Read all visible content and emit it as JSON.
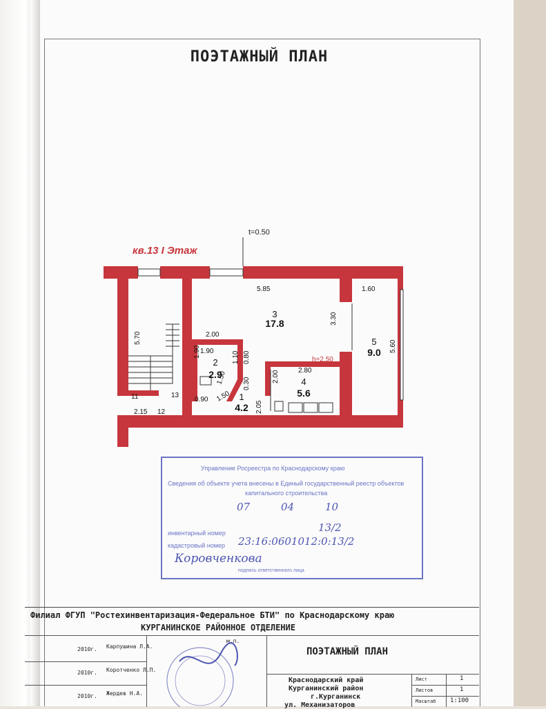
{
  "document": {
    "title": "ПОЭТАЖНЫЙ ПЛАН"
  },
  "plan": {
    "caption": "кв.13  I Этаж",
    "wall_thickness": "t=0.50",
    "height_label": "h=2.50",
    "colors": {
      "wall": "#c6363c",
      "stamp": "#6a74c4"
    },
    "rooms": [
      {
        "number": "3",
        "area": "17.8"
      },
      {
        "number": "2",
        "area": "2.9"
      },
      {
        "number": "1",
        "area": "4.2"
      },
      {
        "number": "4",
        "area": "5.6"
      },
      {
        "number": "5",
        "area": "9.0"
      }
    ],
    "dimensions": {
      "d585": "5.85",
      "d160": "1.60",
      "d330": "3.30",
      "d560": "5.60",
      "d570": "5.70",
      "d200a": "2.00",
      "d190": "1.90",
      "d190v": "1.90",
      "d110": "1.10",
      "d080": "0.80",
      "d150": "1.50",
      "d030": "0.30",
      "d280": "2.80",
      "d200b": "2.00",
      "d090": "0.90",
      "d150b": "1.50",
      "d205": "2.05",
      "d215": "2.15"
    },
    "labels": {
      "n11": "11",
      "n12": "12",
      "n13": "13"
    }
  },
  "stamp": {
    "header": "Управление Росреестра по Краснодарскому краю",
    "line1": "Сведения об объекте учета внесены в Единый государственный реестр объектов",
    "line2": "капитального строительства",
    "date_day": "07",
    "date_month": "04",
    "date_year": "10",
    "inv_label": "инвентарный номер",
    "inv_value": "13/2",
    "cad_label": "кадастровый номер",
    "cad_value": "23:16:0601012:0:13/2",
    "signature": "Коровченкова",
    "footer": "подпись ответственного лица"
  },
  "titleblock": {
    "org_line": "Филиал ФГУП \"Ростехинвентаризация-Федеральное БТИ\" по Краснодарскому краю",
    "department": "КУРГАНИНСКОЕ РАЙОННОЕ ОТДЕЛЕНИЕ",
    "plan_title": "ПОЭТАЖНЫЙ ПЛАН",
    "stamp_mp": "м.п.",
    "rows": [
      {
        "year": "2010г.",
        "name": "Карпушина Л.А."
      },
      {
        "year": "2010г.",
        "name": "Коротченко Л.П."
      },
      {
        "year": "2010г.",
        "name": "Жердев Н.А."
      }
    ],
    "address": [
      "Краснодарский край",
      "Курганинский район",
      "г.Курганинск",
      "ул. Механизаторов"
    ],
    "meta": [
      {
        "label": "Лист",
        "value": "1"
      },
      {
        "label": "Листов",
        "value": "1"
      },
      {
        "label": "Масштаб",
        "value": "1:100"
      }
    ]
  }
}
